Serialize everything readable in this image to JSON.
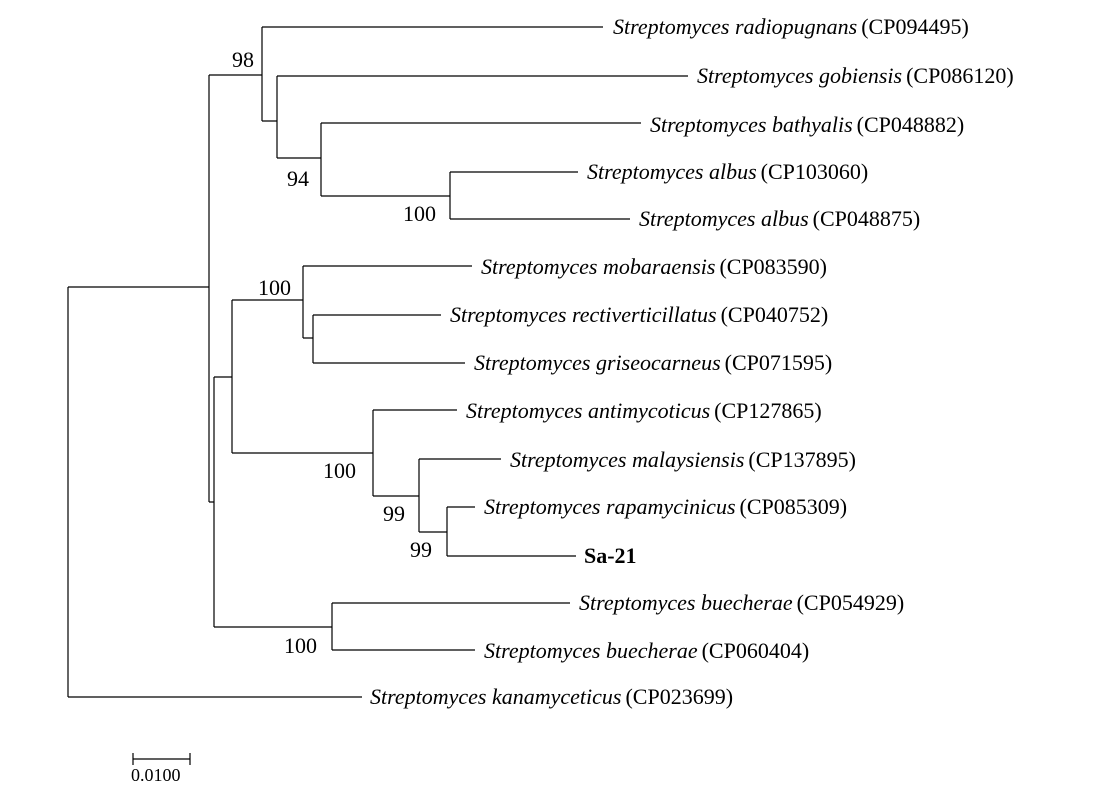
{
  "taxa": [
    {
      "name": "Streptomyces radiopugnans",
      "accession": "(CP094495)"
    },
    {
      "name": "Streptomyces gobiensis",
      "accession": "(CP086120)"
    },
    {
      "name": "Streptomyces bathyalis",
      "accession": "(CP048882)"
    },
    {
      "name": "Streptomyces  albus",
      "accession": "(CP103060)"
    },
    {
      "name": "Streptomyces  albus",
      "accession": "(CP048875)"
    },
    {
      "name": "Streptomyces  mobaraensis",
      "accession": "(CP083590)"
    },
    {
      "name": "Streptomyces  rectiverticillatus",
      "accession": "(CP040752)"
    },
    {
      "name": "Streptomyces  griseocarneus",
      "accession": "(CP071595)"
    },
    {
      "name": "Streptomyces antimycoticus",
      "accession": "(CP127865)"
    },
    {
      "name": "Streptomyces  malaysiensis",
      "accession": "(CP137895)"
    },
    {
      "name": "Streptomyces  rapamycinicus",
      "accession": "(CP085309)"
    },
    {
      "name": "Sa-21",
      "accession": "",
      "highlight": true
    },
    {
      "name": "Streptomyces  buecherae",
      "accession": "(CP054929)"
    },
    {
      "name": "Streptomyces buecherae",
      "accession": "(CP060404)"
    },
    {
      "name": "Streptomyces  kanamyceticus",
      "accession": "(CP023699)"
    }
  ],
  "bootstrap_values": [
    "98",
    "94",
    "100",
    "100",
    "100",
    "99",
    "99",
    "100"
  ],
  "scale_bar": {
    "label": "0.0100"
  }
}
